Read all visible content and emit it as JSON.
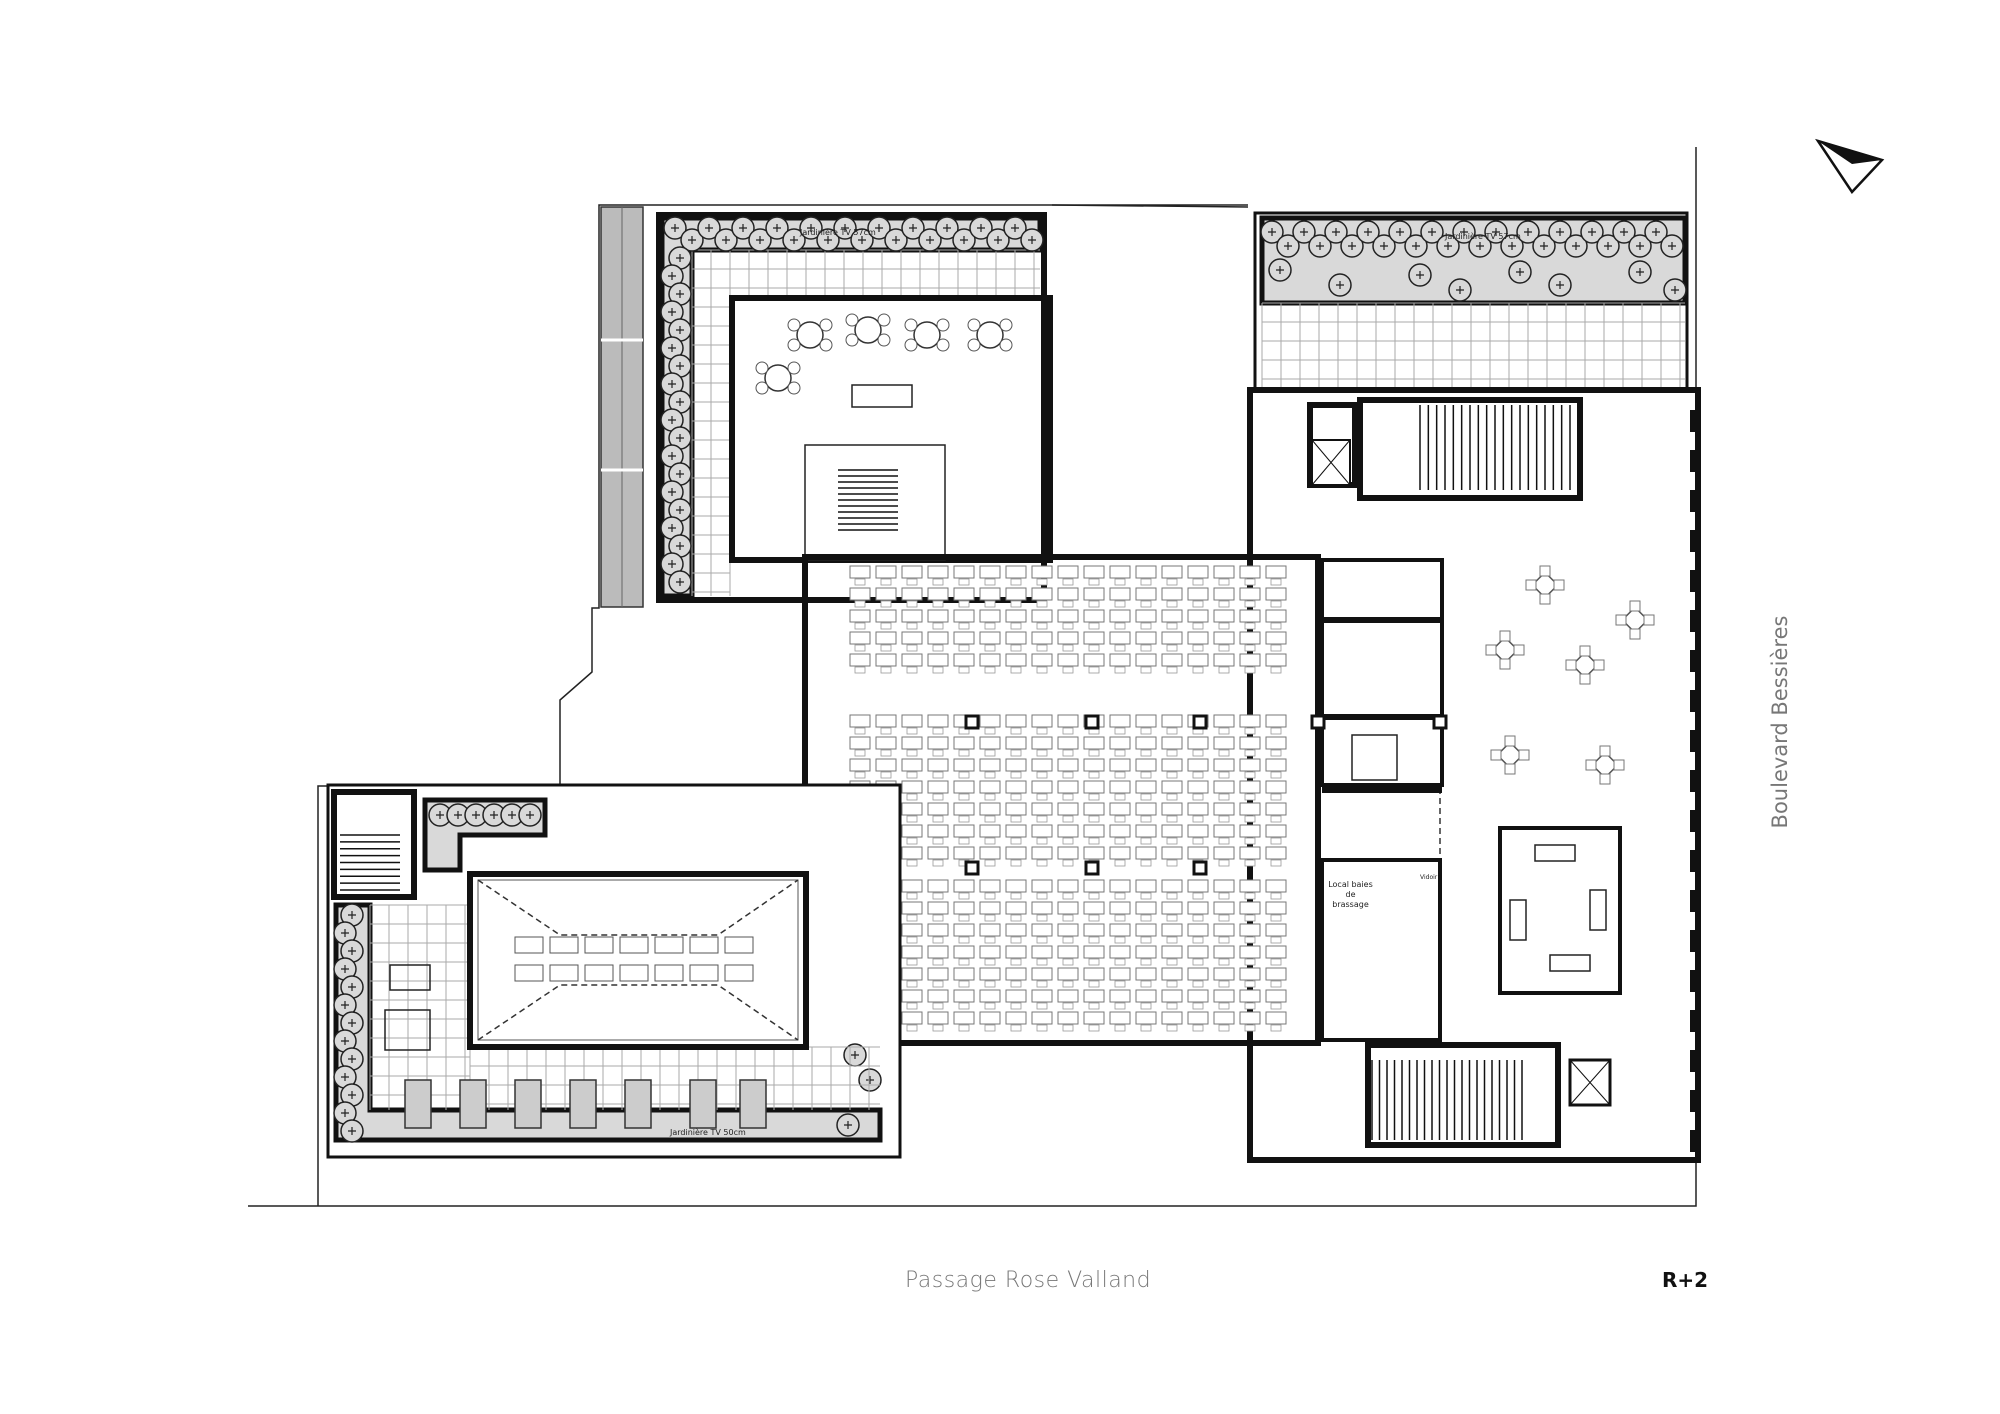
{
  "plan": {
    "level": "R+2",
    "streets": {
      "bottom": "Passage Rose Valland",
      "right": "Boulevard Bessières"
    },
    "room_labels": {
      "planter_top_left": "Jardinière TV 57cm",
      "planter_top_right": "Jardinière TV 57cm",
      "planter_bottom": "Jardinière TV 50cm",
      "server_room": "Local baies de brassage",
      "janitor": "Vidoir"
    }
  },
  "north_arrow": "north-arrow-icon"
}
